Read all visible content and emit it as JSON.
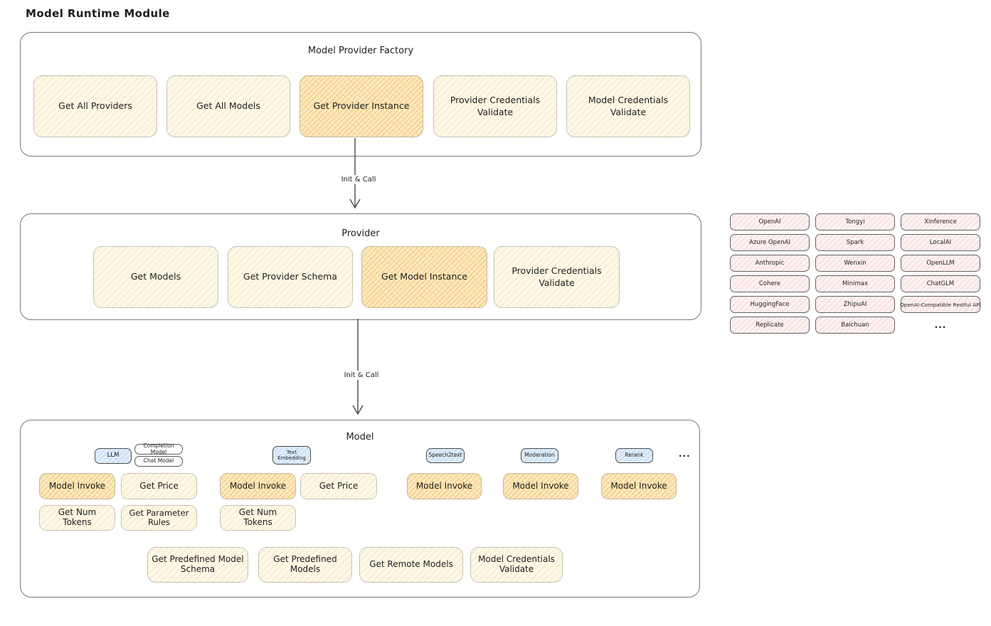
{
  "title": "Model Runtime Module",
  "arrows": {
    "label1": "Init & Call",
    "label2": "Init & Call"
  },
  "factory": {
    "title": "Model Provider Factory",
    "buttons": [
      {
        "label": "Get All Providers"
      },
      {
        "label": "Get All Models"
      },
      {
        "label": "Get Provider Instance"
      },
      {
        "label": "Provider Credentials Validate"
      },
      {
        "label": "Model Credentials Validate"
      }
    ]
  },
  "provider": {
    "title": "Provider",
    "buttons": [
      {
        "label": "Get Models"
      },
      {
        "label": "Get Provider Schema"
      },
      {
        "label": "Get Model Instance"
      },
      {
        "label": "Provider Credentials Validate"
      }
    ]
  },
  "provider_list": {
    "items": [
      "OpenAI",
      "Tongyi",
      "Xinference",
      "Azure OpenAI",
      "Spark",
      "LocalAI",
      "Anthropic",
      "Wenxin",
      "OpenLLM",
      "Cohere",
      "Minimax",
      "ChatGLM",
      "HuggingFace",
      "ZhipuAI",
      "OpenAI-Compatible Restful API",
      "Replicate",
      "Baichuan",
      "..."
    ]
  },
  "model": {
    "title": "Model",
    "tags": {
      "llm": "LLM",
      "completion": "Completion Model",
      "chat": "Chat Model",
      "embedding": "Text Embedding",
      "speech2text": "Speech2text",
      "moderation": "Moderation",
      "rerank": "Rerank",
      "more": "..."
    },
    "llm": {
      "invoke": "Model Invoke",
      "get_price": "Get Price",
      "get_num_tokens": "Get Num Tokens",
      "get_parameter_rules": "Get Parameter Rules"
    },
    "embedding": {
      "invoke": "Model Invoke",
      "get_price": "Get Price",
      "get_num_tokens": "Get Num Tokens"
    },
    "speech2text": {
      "invoke": "Model Invoke"
    },
    "moderation": {
      "invoke": "Model Invoke"
    },
    "rerank": {
      "invoke": "Model Invoke"
    },
    "bottom": {
      "get_predefined_model_schema": "Get Predefined Model Schema",
      "get_predefined_models": "Get Predefined Models",
      "get_remote_models": "Get Remote Models",
      "model_credentials_validate": "Model Credentials Validate"
    }
  },
  "colors": {
    "button_yellow": "#fdf8e8",
    "button_highlight": "#fcebc4",
    "chip_pink": "#fdf1f1",
    "tag_blue": "#e0edf9",
    "border_gray": "#767676"
  }
}
